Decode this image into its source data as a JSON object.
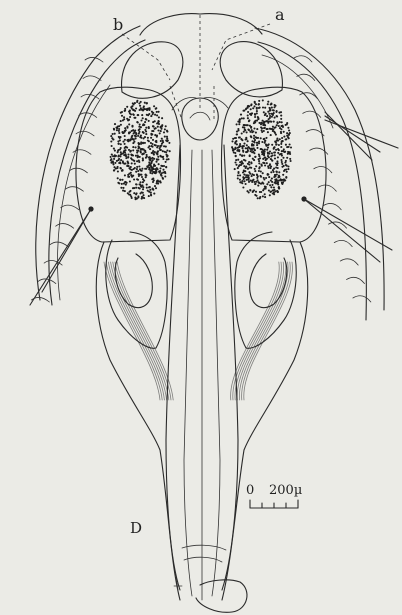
{
  "labels": {
    "a": "a",
    "b": "b",
    "panel": "D",
    "scale_zero": "0",
    "scale_value": "200µ"
  },
  "colors": {
    "paper": "#ebebe6",
    "ink": "#2a2a2a"
  }
}
